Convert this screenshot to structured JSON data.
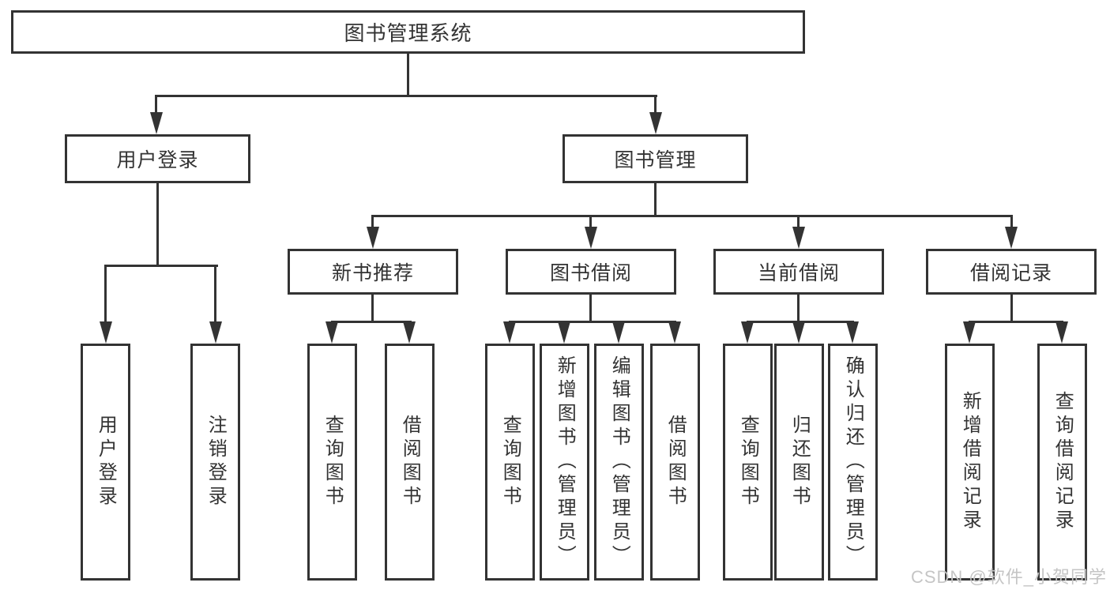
{
  "colors": {
    "line": "#333333",
    "box_border": "#333333",
    "text": "#333333",
    "watermark": "#c5c5c5",
    "background": "#ffffff"
  },
  "root": {
    "label": "图书管理系统"
  },
  "branches": [
    {
      "label": "用户登录",
      "children": [
        {
          "label": "用户登录"
        },
        {
          "label": "注销登录"
        }
      ]
    },
    {
      "label": "图书管理",
      "sections": [
        {
          "label": "新书推荐",
          "children": [
            {
              "label": "查询图书"
            },
            {
              "label": "借阅图书"
            }
          ]
        },
        {
          "label": "图书借阅",
          "children": [
            {
              "label": "查询图书"
            },
            {
              "label": "新增图书（管理员）"
            },
            {
              "label": "编辑图书（管理员）"
            },
            {
              "label": "借阅图书"
            }
          ]
        },
        {
          "label": "当前借阅",
          "children": [
            {
              "label": "查询图书"
            },
            {
              "label": "归还图书"
            },
            {
              "label": "确认归还（管理员）"
            }
          ]
        },
        {
          "label": "借阅记录",
          "children": [
            {
              "label": "新增借阅记录"
            },
            {
              "label": "查询借阅记录"
            }
          ]
        }
      ]
    }
  ],
  "watermark": {
    "text": "CSDN @软件_小贺同学"
  }
}
